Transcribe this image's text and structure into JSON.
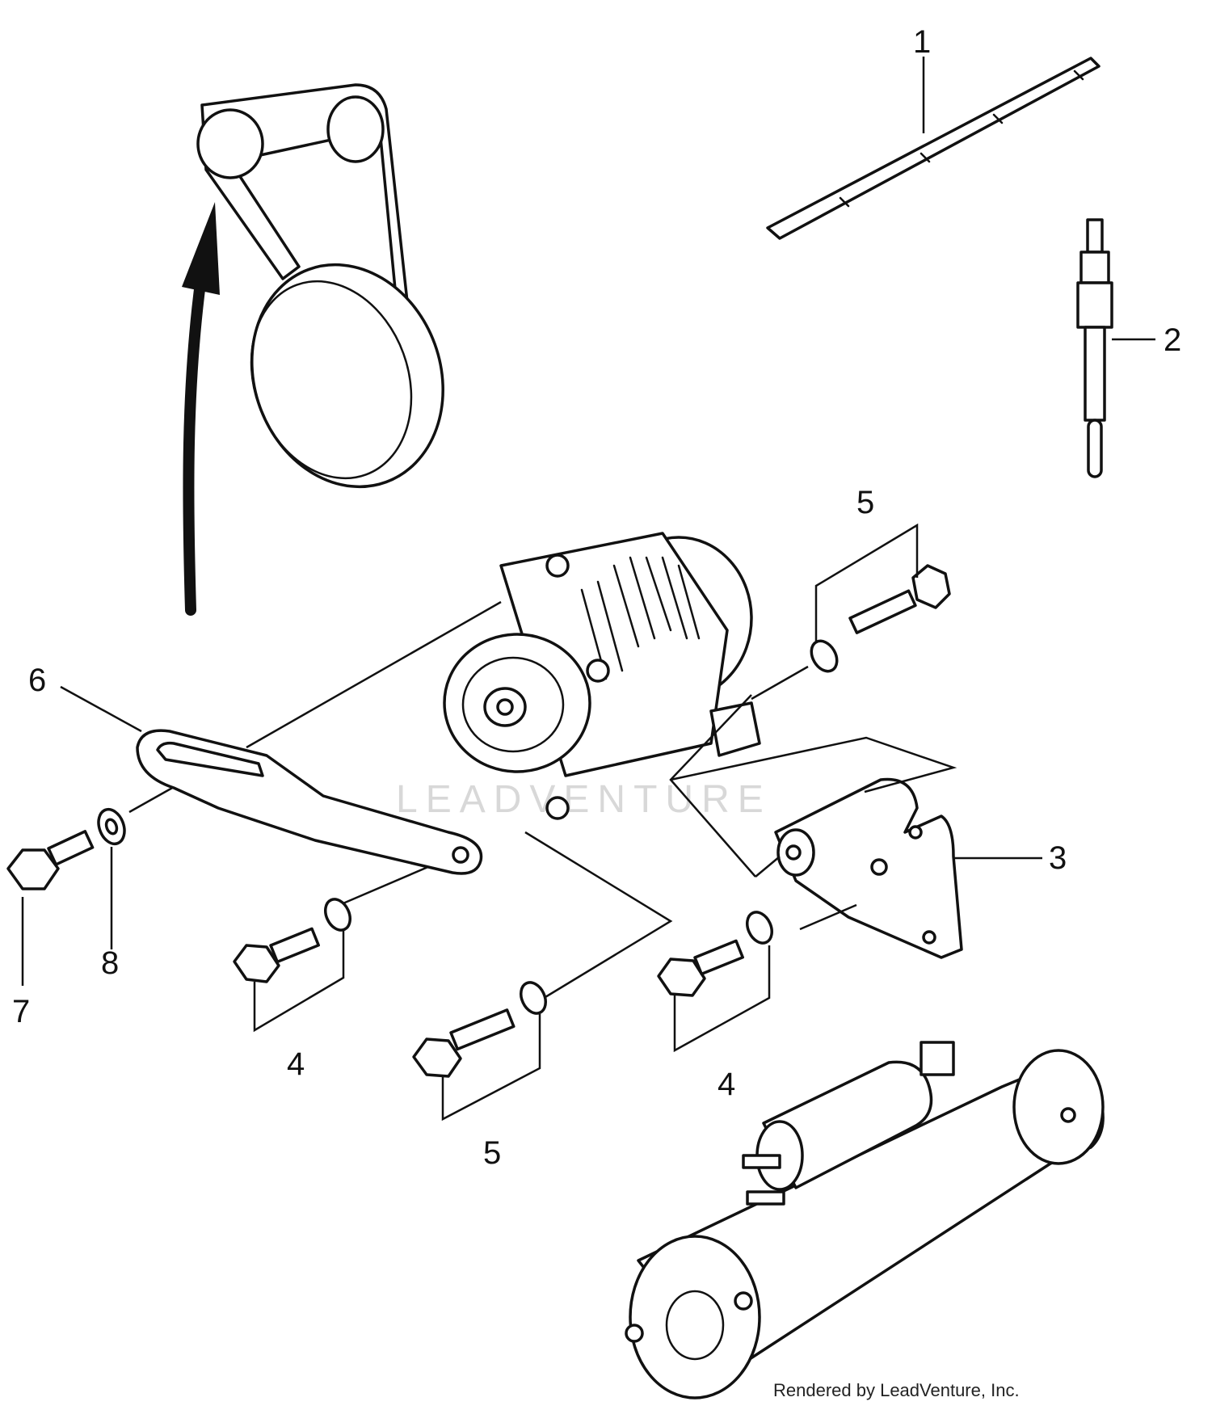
{
  "callouts": {
    "c1": "1",
    "c2": "2",
    "c3": "3",
    "c4a": "4",
    "c4b": "4",
    "c5a": "5",
    "c5b": "5",
    "c6": "6",
    "c7": "7",
    "c8": "8"
  },
  "watermark": "LEADVENTURE",
  "credit": "Rendered by LeadVenture, Inc.",
  "icons": [
    "belt-routing",
    "direction-arrow",
    "gasket",
    "glow-plug",
    "alternator",
    "bracket",
    "adjust-link",
    "bolt",
    "washer",
    "starter-motor"
  ]
}
